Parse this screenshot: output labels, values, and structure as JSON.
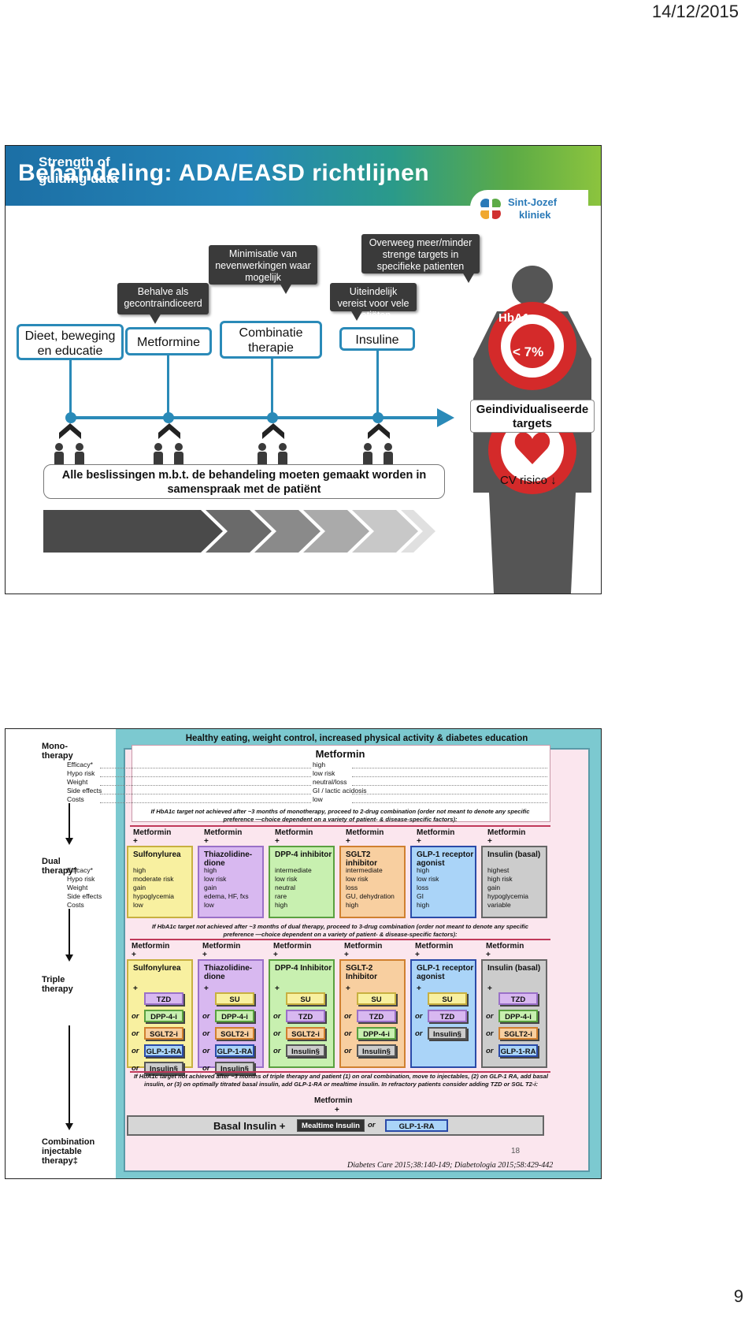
{
  "header": {
    "date": "14/12/2015",
    "page_number": "9"
  },
  "slide1": {
    "title": "Behandeling: ADA/EASD richtlijnen",
    "logo": {
      "name": "Sint-Jozef",
      "sub": "kliniek"
    },
    "bubbles": {
      "b1": "Behalve als gecontraindiceerd",
      "b2": "Minimisatie van nevenwerkingen waar mogelijk",
      "b3": "Uiteindelijk vereist voor vele patiëten",
      "b4": "Overweeg meer/minder strenge targets in specifieke patienten"
    },
    "stages": {
      "s1": "Dieet, beweging en educatie",
      "s2": "Metformine",
      "s3": "Combinatie therapie",
      "s4": "Insuline"
    },
    "consensus": "Alle beslissingen m.b.t. de behandeling moeten gemaakt worden in samenspraak met de patiënt",
    "strength": "Strength of guiding data",
    "hba1c": "HbA1c",
    "hba1c_target": "< 7%",
    "targets": "Geindividualiseerde targets",
    "cv": "CV risico ↓"
  },
  "slide2": {
    "mono_label": "Mono-therapy",
    "dual_label": "Dual therapy†",
    "triple_label": "Triple therapy",
    "combo_label": "Combination injectable therapy‡",
    "header": "Healthy eating, weight control, increased physical activity & diabetes education",
    "metformin_title": "Metformin",
    "row_labels": [
      "Efficacy*",
      "Hypo risk",
      "Weight",
      "Side effects",
      "Costs"
    ],
    "metformin_values": [
      "high",
      "low risk",
      "neutral/loss",
      "GI / lactic acidosis",
      "low"
    ],
    "note_mono": "If HbA1c target not achieved after ~3 months of monotherapy, proceed to 2-drug combination (order not meant to denote any specific preference —choice dependent on a variety of patient- & disease-specific factors):",
    "note_dual": "If HbA1c target not achieved after ~3 months of dual therapy, proceed to 3-drug combination (order not meant to denote any specific preference —choice dependent on a variety of patient- & disease-specific factors):",
    "note_triple": "If HbA1c target not achieved after ~3 months of triple therapy and patient (1) on oral combination, move to injectables, (2) on GLP-1 RA, add basal insulin, or (3) on optimally titrated basal insulin, add GLP-1-RA or mealtime insulin. In refractory patients consider adding TZD or SGL T2-i:",
    "metformin": "Metformin",
    "plus": "+",
    "or": "or",
    "dual": [
      {
        "title": "Sulfonylurea",
        "values": [
          "high",
          "moderate risk",
          "gain",
          "hypoglycemia",
          "low"
        ]
      },
      {
        "title": "Thiazolidine-dione",
        "values": [
          "high",
          "low risk",
          "gain",
          "edema, HF, fxs",
          "low"
        ]
      },
      {
        "title": "DPP-4 inhibitor",
        "values": [
          "intermediate",
          "low risk",
          "neutral",
          "rare",
          "high"
        ]
      },
      {
        "title": "SGLT2 inhibitor",
        "values": [
          "intermediate",
          "low risk",
          "loss",
          "GU, dehydration",
          "high"
        ]
      },
      {
        "title": "GLP-1 receptor agonist",
        "values": [
          "high",
          "low risk",
          "loss",
          "GI",
          "high"
        ]
      },
      {
        "title": "Insulin (basal)",
        "values": [
          "highest",
          "high risk",
          "gain",
          "hypoglycemia",
          "variable"
        ]
      }
    ],
    "triple": [
      {
        "title": "Sulfonylurea",
        "options": [
          "TZD",
          "DPP-4-i",
          "SGLT2-i",
          "GLP-1-RA",
          "Insulin§"
        ]
      },
      {
        "title": "Thiazolidine-dione",
        "options": [
          "SU",
          "DPP-4-i",
          "SGLT2-i",
          "GLP-1-RA",
          "Insulin§"
        ]
      },
      {
        "title": "DPP-4 Inhibitor",
        "options": [
          "SU",
          "TZD",
          "SGLT2-i",
          "Insulin§"
        ]
      },
      {
        "title": "SGLT-2 Inhibitor",
        "options": [
          "SU",
          "TZD",
          "DPP-4-i",
          "Insulin§"
        ]
      },
      {
        "title": "GLP-1 receptor agonist",
        "options": [
          "SU",
          "TZD",
          "Insulin§"
        ]
      },
      {
        "title": "Insulin (basal)",
        "options": [
          "TZD",
          "DPP-4-i",
          "SGLT2-i",
          "GLP-1-RA"
        ]
      }
    ],
    "basal": "Basal Insulin +",
    "mealtime": "Mealtime Insulin",
    "glp1ra": "GLP-1-RA",
    "slide_number": "18",
    "reference": "Diabetes Care 2015;38:140-149; Diabetologia 2015;58:429-442"
  },
  "colors": {
    "blue": "#2a8ab8",
    "su": "#f8f0a0",
    "tzd": "#d8b8f0",
    "dpp": "#c8f0b0",
    "sglt": "#f8cfa0",
    "glp": "#aad4f8",
    "ins": "#cccccc"
  }
}
